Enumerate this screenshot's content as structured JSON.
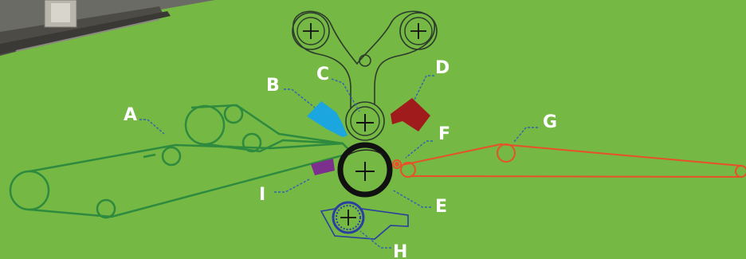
{
  "diagram": {
    "labels": {
      "A": "A",
      "B": "B",
      "C": "C",
      "D": "D",
      "E": "E",
      "F": "F",
      "G": "G",
      "H": "H",
      "I": "I"
    }
  },
  "colors": {
    "background": "#75b843",
    "wire_section": "#2e8a3e",
    "press_felt": "#e8502a",
    "headbox_blue": "#1ca6df",
    "unit_red": "#a01c1c",
    "doctor_purple": "#7d2f8e",
    "roll_black": "#111111",
    "lower_roll_blue": "#2a3fa0",
    "outline_dark": "#2b3b2c",
    "label_white": "#ffffff",
    "leader_blue": "#2f62b8"
  }
}
